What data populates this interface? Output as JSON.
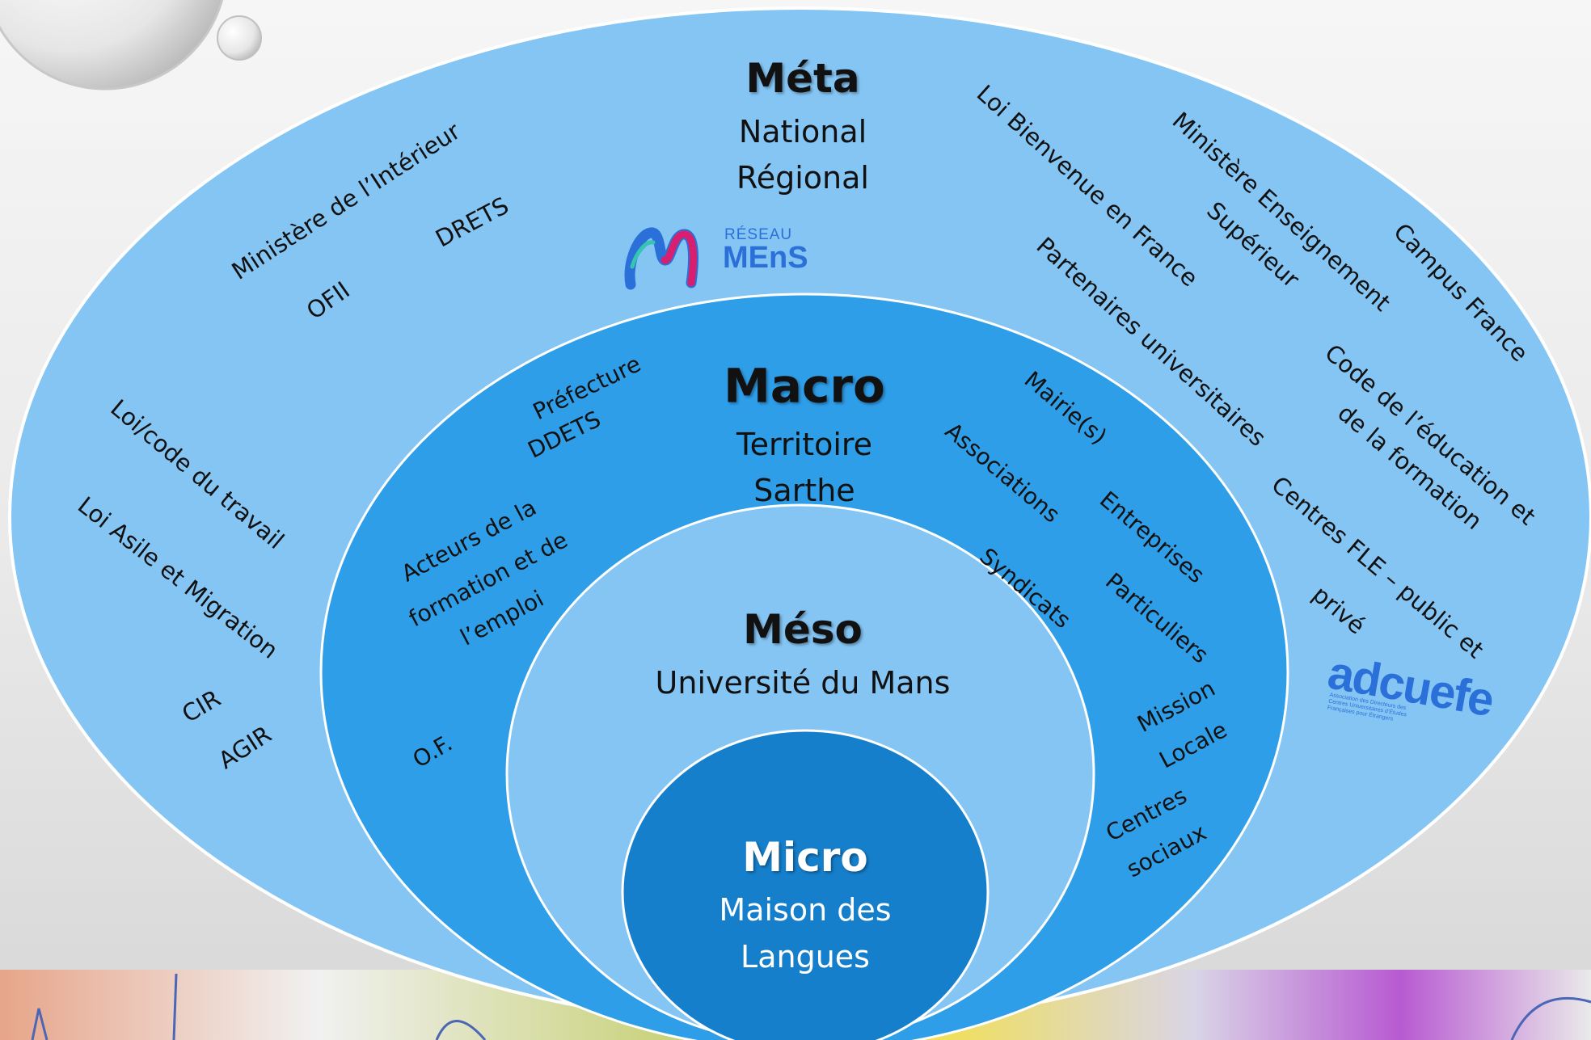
{
  "levels": {
    "meta": {
      "title": "Méta",
      "lines": [
        "National",
        "Régional"
      ]
    },
    "macro": {
      "title": "Macro",
      "lines": [
        "Territoire",
        "Sarthe"
      ]
    },
    "meso": {
      "title": "Méso",
      "lines": [
        "Université du Mans"
      ]
    },
    "micro": {
      "title": "Micro",
      "lines": [
        "Maison des",
        "Langues"
      ]
    }
  },
  "meta_actors": {
    "ministere_interieur": "Ministère de l’Intérieur",
    "drets": "DRETS",
    "ofii": "OFII",
    "loi_code_travail": "Loi/code du travail",
    "loi_asile": "Loi Asile et Migration",
    "cir": "CIR",
    "agir": "AGIR",
    "loi_bienvenue": "Loi Bienvenue en France",
    "ministere_enseignement_1": "Ministère Enseignement",
    "ministere_enseignement_2": "Supérieur",
    "campus_france": "Campus France",
    "partenaires": "Partenaires universitaires",
    "code_education_1": "Code de l’éducation et",
    "code_education_2": "de la formation",
    "centres_fle_1": "Centres FLE – public et",
    "centres_fle_2": "privé"
  },
  "macro_actors": {
    "prefecture": "Préfecture",
    "ddets": "DDETS",
    "acteurs_1": "Acteurs de la",
    "acteurs_2": "formation et de",
    "acteurs_3": "l’emploi",
    "of": "O.F.",
    "mairies": "Mairie(s)",
    "associations": "Associations",
    "entreprises": "Entreprises",
    "syndicats": "Syndicats",
    "particuliers": "Particuliers",
    "mission_1": "Mission",
    "mission_2": "Locale",
    "centres_1": "Centres",
    "centres_2": "sociaux"
  },
  "logos": {
    "mens": {
      "small": "RÉSEAU",
      "big": "MEnS"
    },
    "adcuefe": {
      "name": "adcuefe",
      "tagline": "Association des Directeurs des Centres Universitaires d’Études Françaises pour Étrangers"
    }
  },
  "colors": {
    "meta": "#85c5f4",
    "macro": "#2f9ee9",
    "meso": "#85c5f4",
    "micro": "#157fcb",
    "outline": "#ffffff",
    "logo_blue": "#2b6fd8",
    "logo_pink": "#d6206f"
  }
}
